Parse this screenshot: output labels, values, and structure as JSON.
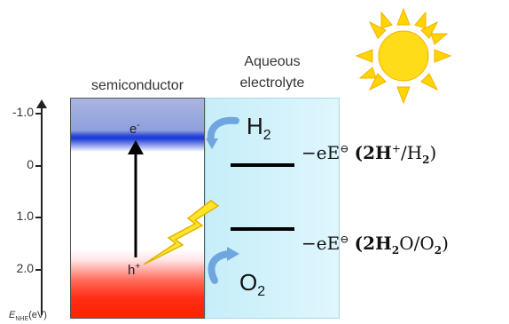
{
  "axis": {
    "ticks": [
      "-1.0",
      "0",
      "1.0",
      "2.0"
    ],
    "label_prefix": "E",
    "label_sub": "NHE",
    "label_unit": "(eV)"
  },
  "headers": {
    "semiconductor": "semiconductor",
    "electrolyte_line1": "Aqueous",
    "electrolyte_line2": "electrolyte"
  },
  "carriers": {
    "electron": "e",
    "electron_sup": "-",
    "hole": "h",
    "hole_sup": "+"
  },
  "products": {
    "h2": "H",
    "h2_sub": "2",
    "o2": "O",
    "o2_sub": "2"
  },
  "equations": {
    "reduction": {
      "prefix": "−eE",
      "plus": "(2H",
      "plus_sup": "+",
      "mid": "/H",
      "sub": "2",
      "close": ")"
    },
    "oxidation": {
      "prefix": "−eE",
      "a": "(2H",
      "a_sub": "2",
      "b": "O/O",
      "b_sub": "2",
      "close": ")"
    }
  },
  "colors": {
    "conduction_band": "#1a3ad6",
    "valence_band": "#ff2200",
    "electrolyte": "#c6eef9",
    "sun": "#ffd400",
    "bolt": "#ffe52a"
  }
}
